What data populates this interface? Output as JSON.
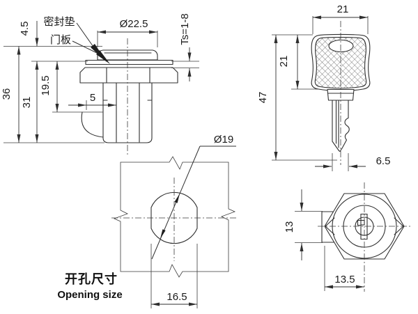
{
  "colors": {
    "line": "#2f2f2f",
    "text": "#1a1a1a",
    "background": "#ffffff"
  },
  "views": {
    "section": {
      "title": "lock cross-section view",
      "labels": {
        "gasket": "密封垫",
        "door_panel": "门板"
      },
      "dims": {
        "cap_diameter": "Ø22.5",
        "panel_thickness_range": "Ts=1-8",
        "head_height": "4.5",
        "total_height": "36",
        "body_height": "31",
        "thread_length": "19.5",
        "cam_gap": "5"
      }
    },
    "key": {
      "title": "key view",
      "dims": {
        "head_width": "21",
        "head_height": "21",
        "total_length": "47",
        "blade_width": "6.5"
      }
    },
    "opening": {
      "title": "panel cutout view",
      "dims": {
        "hole_diameter": "Ø19",
        "across_flats": "16.5"
      },
      "caption_zh": "开孔尺寸",
      "caption_en": "Opening size"
    },
    "face": {
      "title": "lock face view",
      "dims": {
        "cam_width": "13",
        "center_offset": "13.5"
      }
    }
  }
}
